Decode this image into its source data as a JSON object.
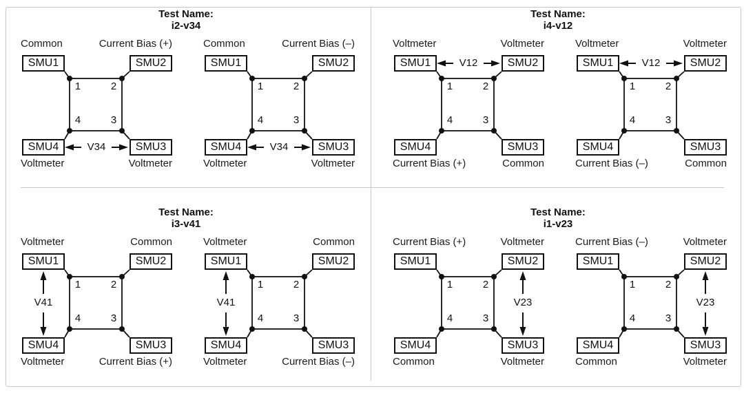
{
  "colors": {
    "line": "#111111",
    "divider": "#c9c9c9",
    "background": "#ffffff"
  },
  "quadrants": [
    {
      "title_line1": "Test Name:",
      "title_line2": "i2-v34",
      "arrow_position": "bottom",
      "diagrams": [
        {
          "roles": {
            "tl": "Common",
            "tr": "Current Bias (+)",
            "bl": "Voltmeter",
            "br": "Voltmeter"
          },
          "boxes": {
            "tl": "SMU1",
            "tr": "SMU2",
            "bl": "SMU4",
            "br": "SMU3"
          },
          "terminals": {
            "t1": "1",
            "t2": "2",
            "t3": "3",
            "t4": "4"
          },
          "v_label": "V34"
        },
        {
          "roles": {
            "tl": "Common",
            "tr": "Current Bias (–)",
            "bl": "Voltmeter",
            "br": "Voltmeter"
          },
          "boxes": {
            "tl": "SMU1",
            "tr": "SMU2",
            "bl": "SMU4",
            "br": "SMU3"
          },
          "terminals": {
            "t1": "1",
            "t2": "2",
            "t3": "3",
            "t4": "4"
          },
          "v_label": "V34"
        }
      ]
    },
    {
      "title_line1": "Test Name:",
      "title_line2": "i4-v12",
      "arrow_position": "top",
      "diagrams": [
        {
          "roles": {
            "tl": "Voltmeter",
            "tr": "Voltmeter",
            "bl": "Current Bias (+)",
            "br": "Common"
          },
          "boxes": {
            "tl": "SMU1",
            "tr": "SMU2",
            "bl": "SMU4",
            "br": "SMU3"
          },
          "terminals": {
            "t1": "1",
            "t2": "2",
            "t3": "3",
            "t4": "4"
          },
          "v_label": "V12"
        },
        {
          "roles": {
            "tl": "Voltmeter",
            "tr": "Voltmeter",
            "bl": "Current Bias (–)",
            "br": "Common"
          },
          "boxes": {
            "tl": "SMU1",
            "tr": "SMU2",
            "bl": "SMU4",
            "br": "SMU3"
          },
          "terminals": {
            "t1": "1",
            "t2": "2",
            "t3": "3",
            "t4": "4"
          },
          "v_label": "V12"
        }
      ]
    },
    {
      "title_line1": "Test Name:",
      "title_line2": "i3-v41",
      "arrow_position": "left",
      "diagrams": [
        {
          "roles": {
            "tl": "Voltmeter",
            "tr": "Common",
            "bl": "Voltmeter",
            "br": "Current Bias (+)"
          },
          "boxes": {
            "tl": "SMU1",
            "tr": "SMU2",
            "bl": "SMU4",
            "br": "SMU3"
          },
          "terminals": {
            "t1": "1",
            "t2": "2",
            "t3": "3",
            "t4": "4"
          },
          "v_label": "V41"
        },
        {
          "roles": {
            "tl": "Voltmeter",
            "tr": "Common",
            "bl": "Voltmeter",
            "br": "Current Bias (–)"
          },
          "boxes": {
            "tl": "SMU1",
            "tr": "SMU2",
            "bl": "SMU4",
            "br": "SMU3"
          },
          "terminals": {
            "t1": "1",
            "t2": "2",
            "t3": "3",
            "t4": "4"
          },
          "v_label": "V41"
        }
      ]
    },
    {
      "title_line1": "Test Name:",
      "title_line2": "i1-v23",
      "arrow_position": "right",
      "diagrams": [
        {
          "roles": {
            "tl": "Current Bias (+)",
            "tr": "Voltmeter",
            "bl": "Common",
            "br": "Voltmeter"
          },
          "boxes": {
            "tl": "SMU1",
            "tr": "SMU2",
            "bl": "SMU4",
            "br": "SMU3"
          },
          "terminals": {
            "t1": "1",
            "t2": "2",
            "t3": "3",
            "t4": "4"
          },
          "v_label": "V23"
        },
        {
          "roles": {
            "tl": "Current Bias (–)",
            "tr": "Voltmeter",
            "bl": "Common",
            "br": "Voltmeter"
          },
          "boxes": {
            "tl": "SMU1",
            "tr": "SMU2",
            "bl": "SMU4",
            "br": "SMU3"
          },
          "terminals": {
            "t1": "1",
            "t2": "2",
            "t3": "3",
            "t4": "4"
          },
          "v_label": "V23"
        }
      ]
    }
  ]
}
